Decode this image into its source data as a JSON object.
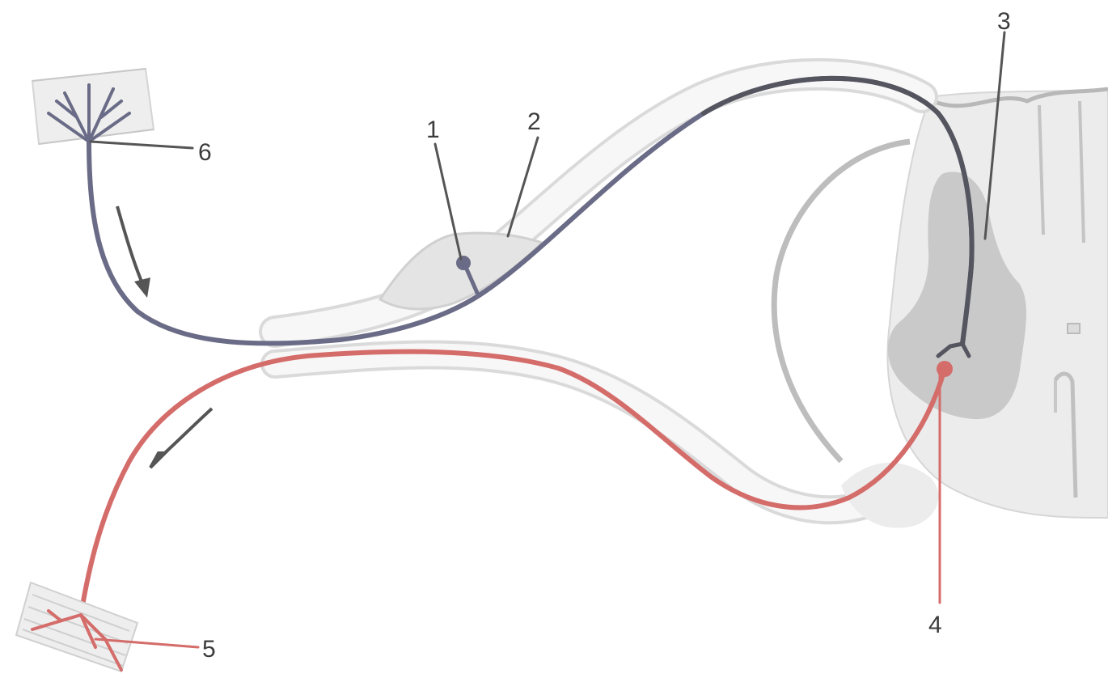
{
  "labels": {
    "l1": "1",
    "l2": "2",
    "l3": "3",
    "l4": "4",
    "l5": "5",
    "l6": "6"
  },
  "colors": {
    "afferent": "#6a6b86",
    "efferent": "#d46c6a",
    "gray_matter": "#c9c9c9",
    "outline": "#bfbfbf",
    "label": "#3c3c3c"
  }
}
